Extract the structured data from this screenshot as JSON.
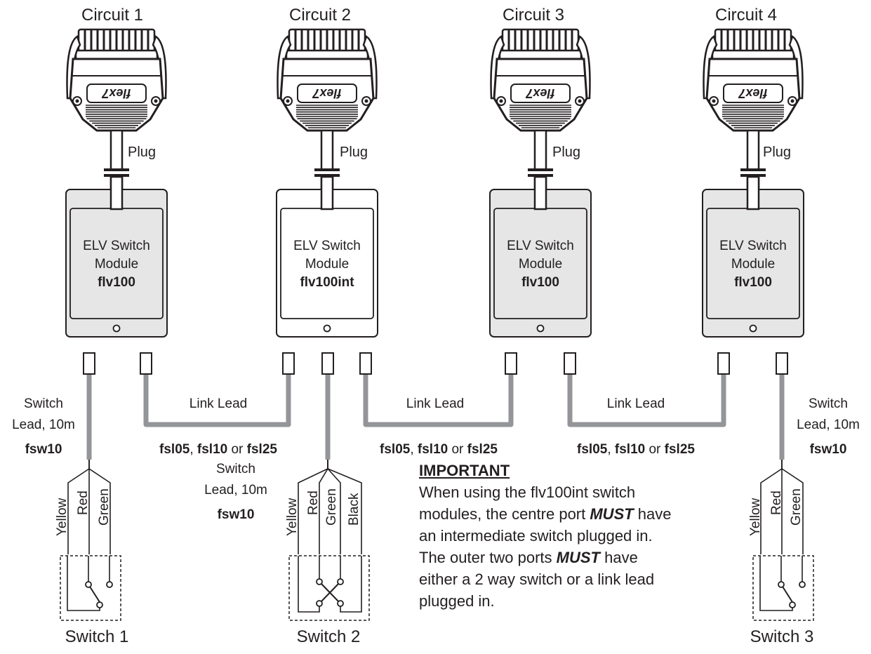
{
  "circuits": [
    {
      "title": "Circuit 1",
      "plug_label": "Plug",
      "logo_text": "flex7",
      "module": {
        "line1": "ELV Switch",
        "line2": "Module",
        "model": "flv100",
        "fill": "#e6e6e6"
      }
    },
    {
      "title": "Circuit 2",
      "plug_label": "Plug",
      "logo_text": "flex7",
      "module": {
        "line1": "ELV Switch",
        "line2": "Module",
        "model": "flv100int",
        "fill": "#ffffff"
      }
    },
    {
      "title": "Circuit 3",
      "plug_label": "Plug",
      "logo_text": "flex7",
      "module": {
        "line1": "ELV Switch",
        "line2": "Module",
        "model": "flv100",
        "fill": "#e6e6e6"
      }
    },
    {
      "title": "Circuit 4",
      "plug_label": "Plug",
      "logo_text": "flex7",
      "module": {
        "line1": "ELV Switch",
        "line2": "Module",
        "model": "flv100",
        "fill": "#e6e6e6"
      }
    }
  ],
  "link_leads": [
    {
      "label": "Link Lead",
      "part_a": "fsl05",
      "sep1": ", ",
      "part_b": "fsl10",
      "sep2": " or ",
      "part_c": "fsl25"
    },
    {
      "label": "Link Lead",
      "part_a": "fsl05",
      "sep1": ", ",
      "part_b": "fsl10",
      "sep2": " or ",
      "part_c": "fsl25"
    },
    {
      "label": "Link Lead",
      "part_a": "fsl05",
      "sep1": ", ",
      "part_b": "fsl10",
      "sep2": " or ",
      "part_c": "fsl25"
    }
  ],
  "switch_leads": [
    {
      "line1": "Switch",
      "line2": "Lead, 10m",
      "part": "fsw10",
      "wires": [
        "Yellow",
        "Red",
        "Green"
      ],
      "switch_label": "Switch 1"
    },
    {
      "line1": "Switch",
      "line2": "Lead, 10m",
      "part": "fsw10",
      "wires": [
        "Yellow",
        "Red",
        "Green",
        "Black"
      ],
      "switch_label": "Switch 2"
    },
    {
      "line1": "Switch",
      "line2": "Lead, 10m",
      "part": "fsw10",
      "wires": [
        "Yellow",
        "Red",
        "Green"
      ],
      "switch_label": "Switch 3"
    }
  ],
  "important": {
    "heading": "IMPORTANT",
    "p1": "When using the flv100int switch modules, the centre port ",
    "must1": "MUST",
    "p2": " have an intermediate switch plugged in. The outer two ports ",
    "must2": "MUST",
    "p3": " have either a 2 way switch or a link lead plugged in."
  },
  "colors": {
    "line": "#231f20",
    "lead": "#939598",
    "module_grey": "#e6e6e6"
  }
}
